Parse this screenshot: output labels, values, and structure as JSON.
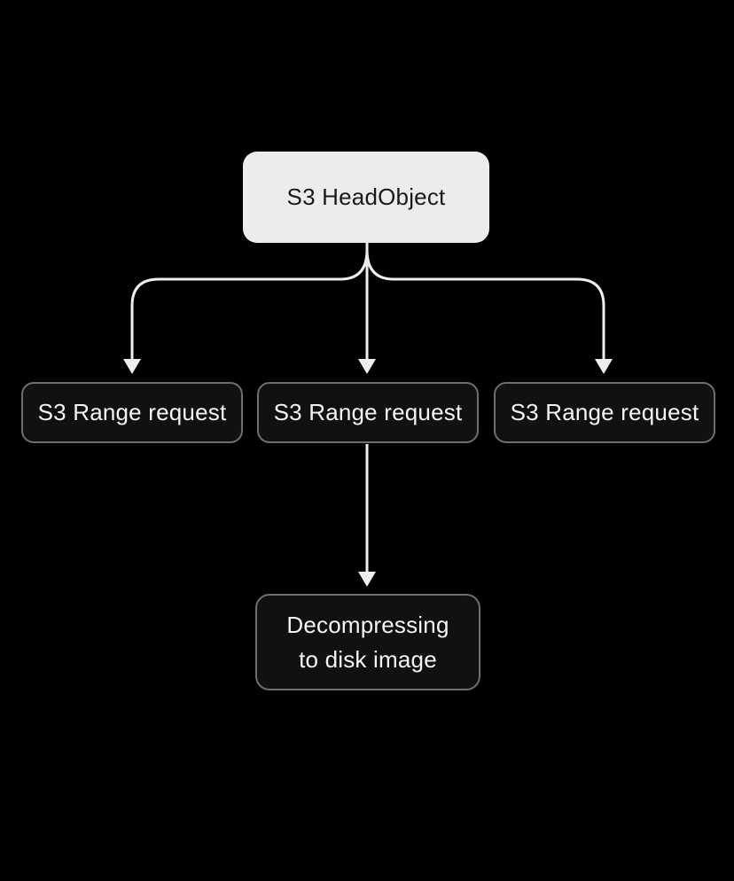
{
  "colors": {
    "background": "#000000",
    "node_light_fill": "#ececec",
    "node_light_text": "#1a1a1a",
    "node_dark_fill": "#111111",
    "node_dark_border": "#6e6e6e",
    "node_dark_text": "#f4f4f4",
    "arrow": "#efeeec"
  },
  "nodes": {
    "head": {
      "label": "S3 HeadObject"
    },
    "range1": {
      "label": "S3 Range request"
    },
    "range2": {
      "label": "S3 Range request"
    },
    "range3": {
      "label": "S3 Range request"
    },
    "decompress": {
      "label": "Decompressing\nto disk image"
    }
  }
}
